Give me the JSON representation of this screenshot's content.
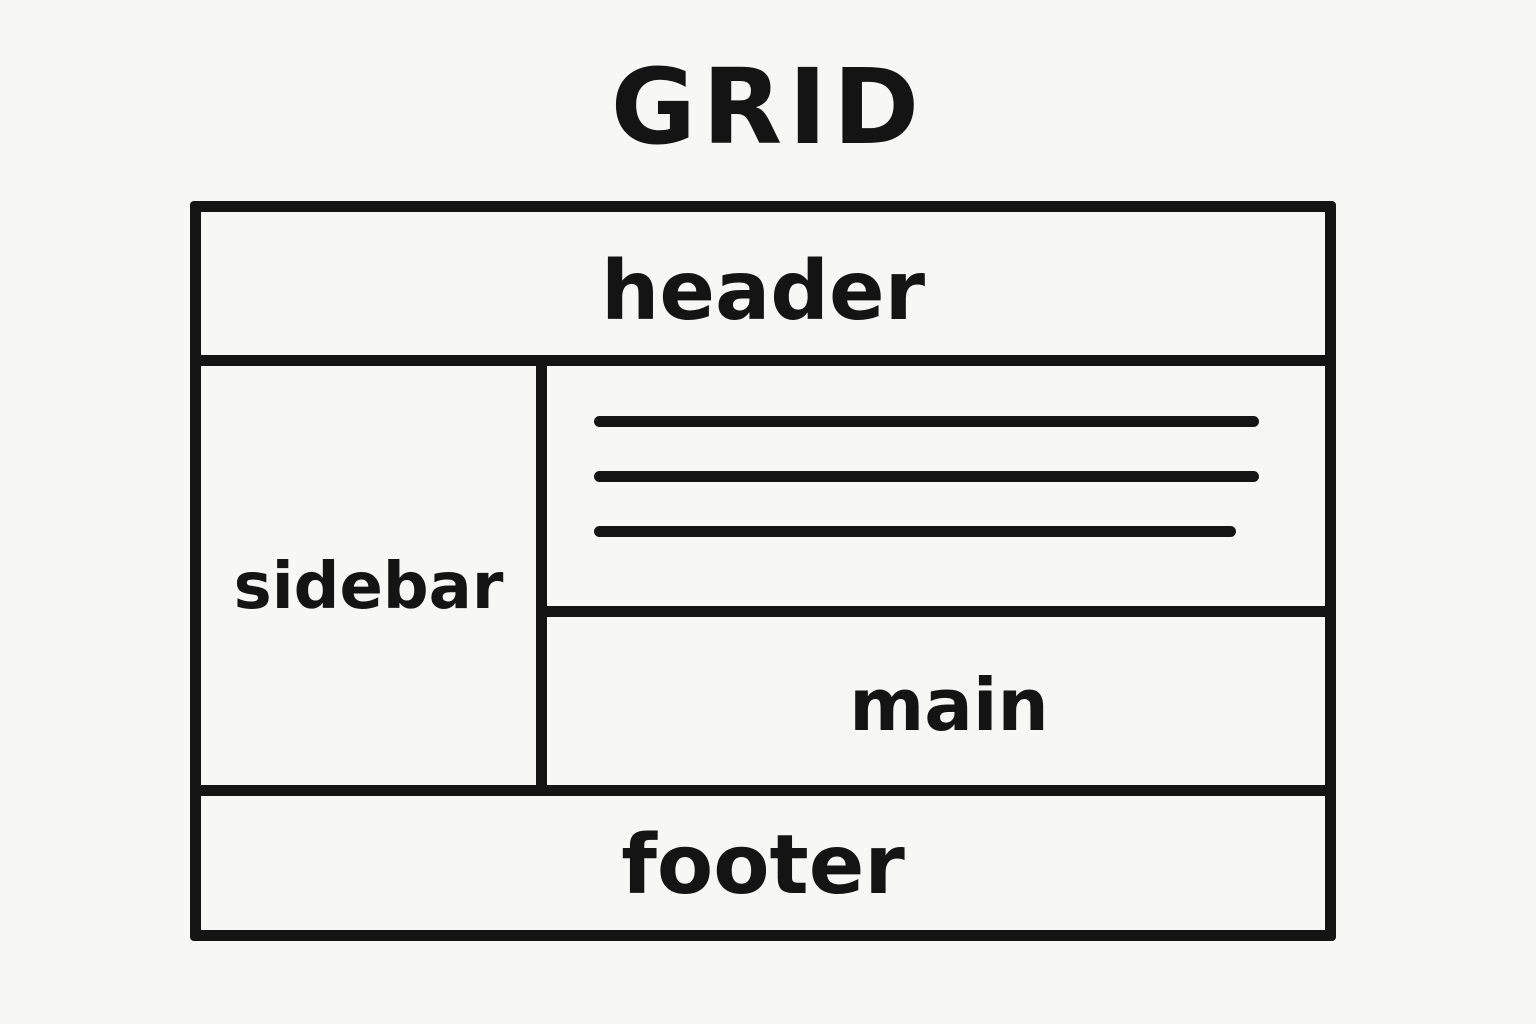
{
  "diagram": {
    "title": "GRID",
    "regions": {
      "header": "header",
      "sidebar": "sidebar",
      "main": "main",
      "footer": "footer"
    }
  }
}
